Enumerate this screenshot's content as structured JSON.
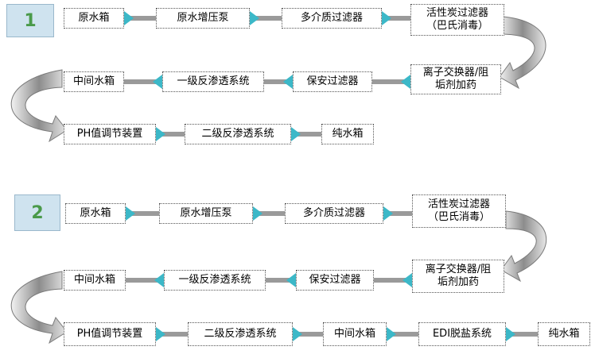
{
  "diagram_1": {
    "badge": "1",
    "row1": [
      "原水箱",
      "原水增压泵",
      "多介质过滤器",
      "活性炭过滤器\n（巴氏消毒）"
    ],
    "turn_right": "离子交换器/阻\n垢剂加药",
    "row2": [
      "保安过滤器",
      "一级反渗透系统",
      "中间水箱"
    ],
    "row3": [
      "PH值调节装置",
      "二级反渗透系统",
      "纯水箱"
    ]
  },
  "diagram_2": {
    "badge": "2",
    "row1": [
      "原水箱",
      "原水增压泵",
      "多介质过滤器",
      "活性炭过滤器\n（巴氏消毒）"
    ],
    "turn_right": "离子交换器/阻\n垢剂加药",
    "row2": [
      "保安过滤器",
      "一级反渗透系统",
      "中间水箱"
    ],
    "row3": [
      "PH值调节装置",
      "二级反渗透系统",
      "中间水箱",
      "EDI脱盐系统",
      "纯水箱"
    ]
  },
  "colors": {
    "arrow": "#3cb8c8",
    "connector": "#9a9a9a",
    "badge_text": "#4a9a4a",
    "badge_bg": "#cfe3ef"
  }
}
